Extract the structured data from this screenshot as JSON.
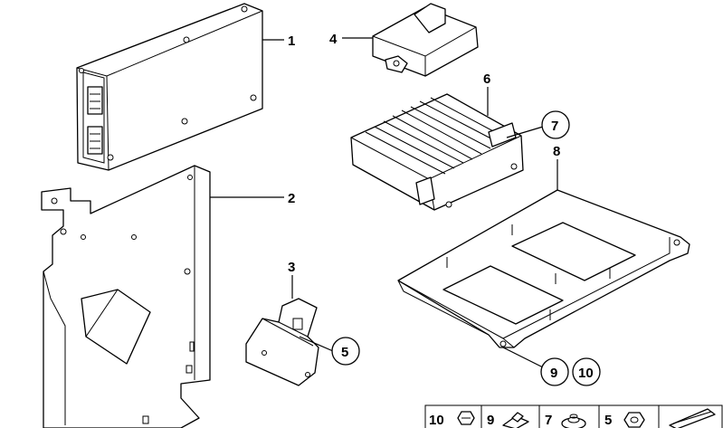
{
  "callouts": {
    "c1": "1",
    "c2": "2",
    "c3": "3",
    "c4": "4",
    "c5": "5",
    "c6": "6",
    "c7": "7",
    "c8": "8",
    "c9": "9",
    "c10": "10"
  },
  "legend": [
    {
      "num": "10"
    },
    {
      "num": "9"
    },
    {
      "num": "7"
    },
    {
      "num": "5"
    }
  ]
}
